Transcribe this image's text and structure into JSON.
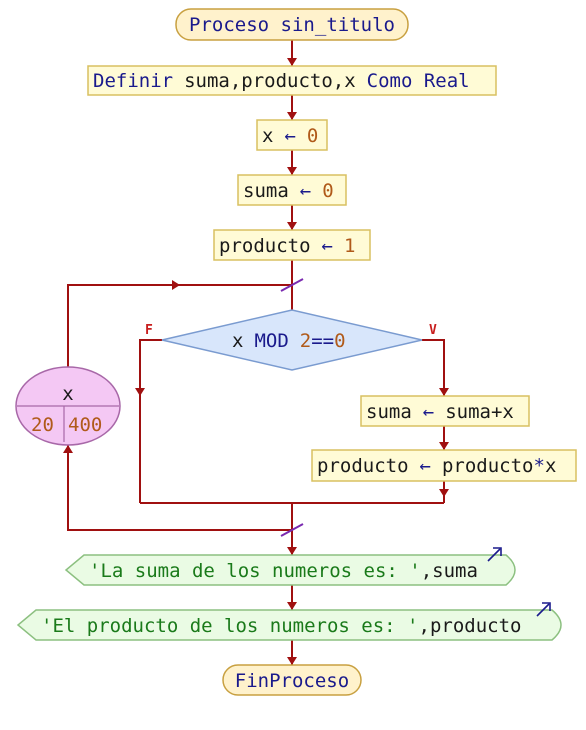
{
  "diagram": {
    "title": "Proceso sin_titulo",
    "define": {
      "keyword": "Definir",
      "vars": "suma,producto,x",
      "type_kw": "Como Real"
    },
    "assign_x": {
      "var": "x",
      "arrow": "←",
      "value": "0"
    },
    "assign_suma": {
      "var": "suma",
      "arrow": "←",
      "value": "0"
    },
    "assign_producto": {
      "var": "producto",
      "arrow": "←",
      "value": "1"
    },
    "loop": {
      "var": "x",
      "from": "20",
      "to": "400"
    },
    "condition": {
      "var": "x",
      "op": "MOD",
      "num": "2",
      "eq": "==",
      "zero": "0",
      "false_label": "F",
      "true_label": "V"
    },
    "then1": {
      "var": "suma",
      "arrow": "←",
      "expr": "suma+x"
    },
    "then2": {
      "var": "producto",
      "arrow": "←",
      "expr_a": "producto",
      "op": "*",
      "expr_b": "x"
    },
    "output1": {
      "text": "'La suma de los numeros es: '",
      "rest": ",suma"
    },
    "output2": {
      "text": "'El producto de los numeros es: '",
      "rest": ",producto"
    },
    "end": "FinProceso"
  },
  "colors": {
    "line": "#a01010",
    "process_fill": "#fffbd6",
    "process_stroke": "#d8c060",
    "terminal_fill": "#fff2cc",
    "terminal_stroke": "#c8a040",
    "decision_fill": "#d8e6fb",
    "decision_stroke": "#7a9bd0",
    "loop_fill": "#f4c8f4",
    "loop_stroke": "#a868a8",
    "io_fill": "#eafbe4",
    "io_stroke": "#8cc080",
    "loop_marker": "#7a2ab0"
  }
}
